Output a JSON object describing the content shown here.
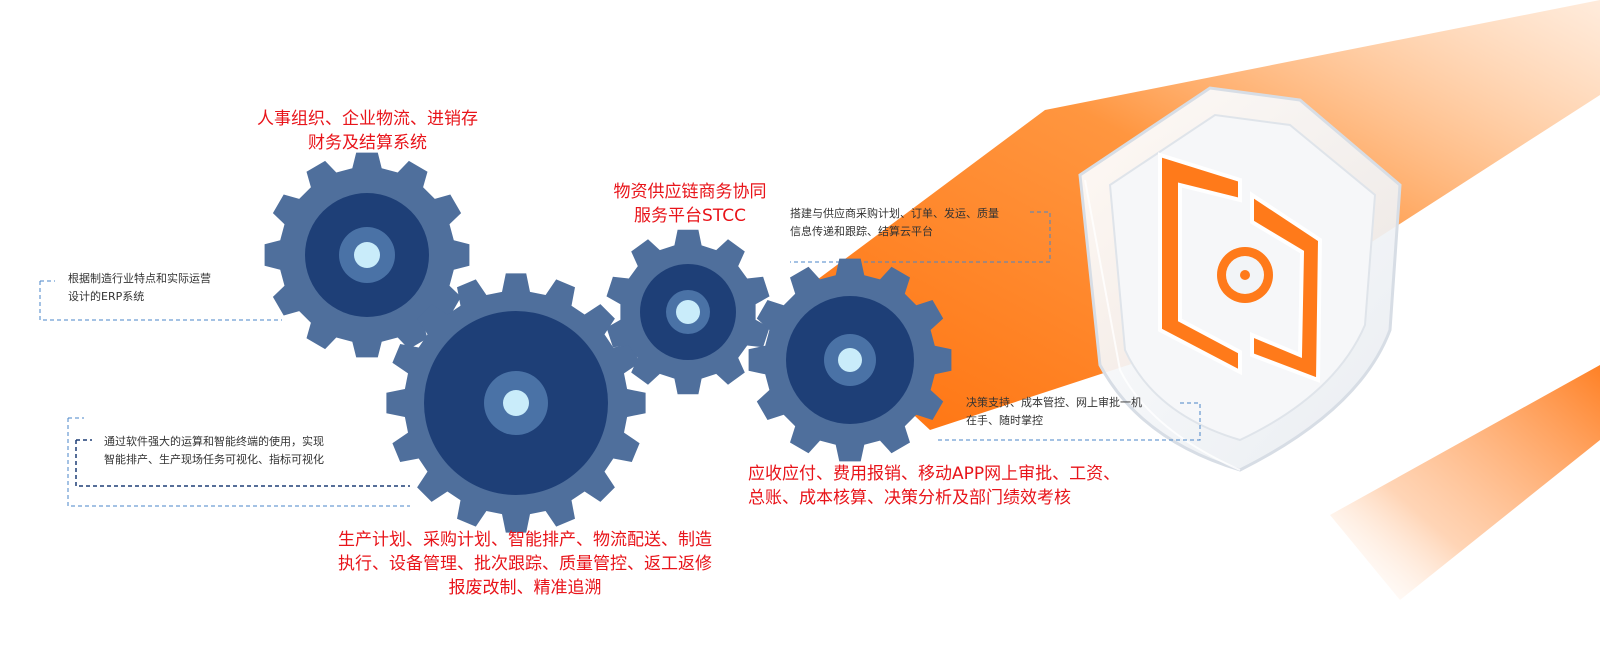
{
  "colors": {
    "gear_outer": "#4f6f9c",
    "gear_core": "#1e3f77",
    "gear_hub": "#4a72a6",
    "gear_center": "#c9ecfa",
    "label_red": "#e8141a",
    "dash_blue": "#4a86c8",
    "orange": "#ff7a1a"
  },
  "labels": {
    "hr": [
      "人事组织、企业物流、进销存",
      "财务及结算系统"
    ],
    "stcc": [
      "物资供应链商务协同",
      "服务平台STCC"
    ],
    "production": [
      "生产计划、采购计划、智能排产、物流配送、制造",
      "执行、设备管理、批次跟踪、质量管控、返工返修",
      "报废改制、精准追溯"
    ],
    "finance": [
      "应收应付、费用报销、移动APP网上审批、工资、",
      "总账、成本核算、决策分析及部门绩效考核"
    ]
  },
  "notes": {
    "erp": [
      "根据制造行业特点和实际运营",
      "设计的ERP系统"
    ],
    "smart": [
      "通过软件强大的运算和智能终端的使用，实现",
      "智能排产、生产现场任务可视化、指标可视化"
    ],
    "supplier": [
      "搭建与供应商采购计划、订单、发运、质量",
      "信息传递和跟踪、结算云平台"
    ],
    "decision": [
      "决策支持、成本管控、网上审批一机",
      "在手、随时掌控"
    ]
  }
}
